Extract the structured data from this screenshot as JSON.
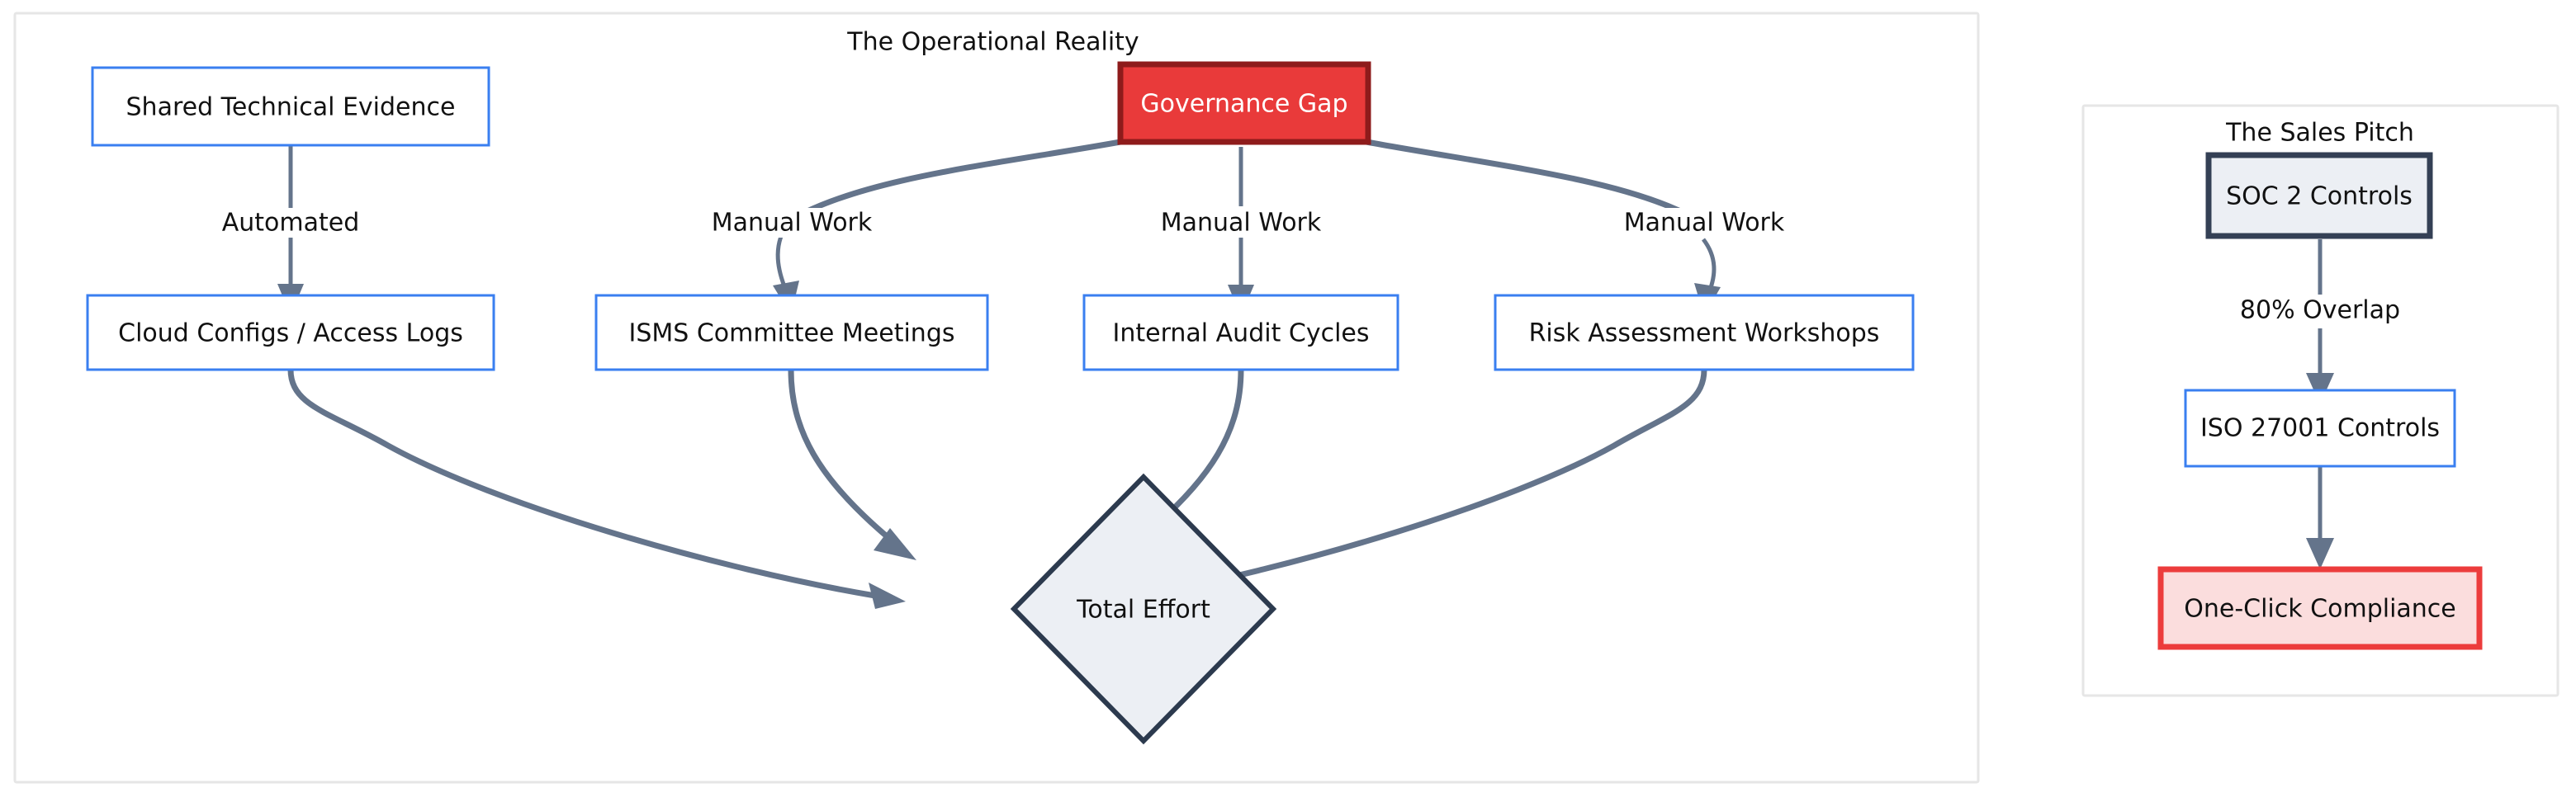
{
  "diagram": {
    "title_left": "The Operational Reality",
    "title_right": "The Sales Pitch",
    "nodes": {
      "shared_evidence": "Shared Technical Evidence",
      "governance_gap": "Governance Gap",
      "cloud_configs": "Cloud Configs / Access Logs",
      "isms_meetings": "ISMS Committee Meetings",
      "internal_audit": "Internal Audit Cycles",
      "risk_workshops": "Risk Assessment Workshops",
      "total_effort": "Total Effort",
      "soc2": "SOC 2 Controls",
      "iso27001": "ISO 27001 Controls",
      "one_click": "One-Click Compliance"
    },
    "edge_labels": {
      "automated": "Automated",
      "manual_1": "Manual Work",
      "manual_2": "Manual Work",
      "manual_3": "Manual Work",
      "overlap": "80% Overlap"
    },
    "colors": {
      "cluster_border": "#e6e6e6",
      "node_blue_border": "#3a7ff0",
      "node_red_fill": "#e93a3a",
      "node_red_border": "#8e1b1b",
      "node_dark_border": "#344055",
      "node_light_fill": "#eceff4",
      "node_pink_fill": "#fbdddd",
      "node_pink_border": "#ec3c3c",
      "edge_stroke": "#64748b",
      "text": "#111111",
      "text_inverse": "#ffffff",
      "page_background": "#ffffff"
    }
  }
}
